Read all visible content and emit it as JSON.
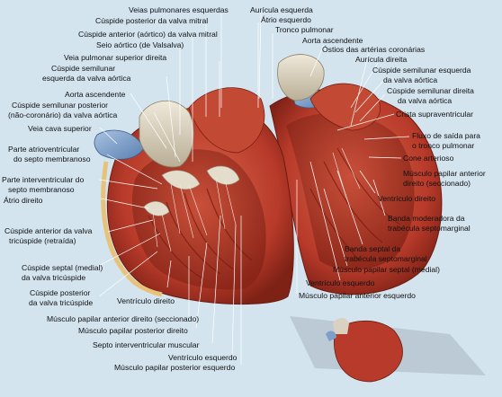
{
  "labels": {
    "veias_pulmonares_esquerdas": "Veias pulmonares esquerdas",
    "auricula_esquerda": "Aurícula esquerda",
    "cuspide_posterior_mitral": "Cúspide posterior da valva mitral",
    "atrio_esquerdo": "Átrio esquerdo",
    "tronco_pulmonar": "Tronco pulmonar",
    "cuspide_anterior_mitral": "Cúspide anterior (aórtico) da valva mitral",
    "aorta_ascendente_top": "Aorta ascendente",
    "seio_aortico": "Seio aórtico (de Valsalva)",
    "ostios_coronarias": "Óstios das artérias coronárias",
    "veia_pulmonar_superior_direita": "Veia pulmonar superior direita",
    "auricula_direita": "Aurícula direita",
    "cuspide_semilunar_esq_1": "Cúspide semilunar",
    "cuspide_semilunar_esq_2": "esquerda da valva aórtica",
    "cuspide_semilunar_esq_pulm_1": "Cúspide semilunar esquerda",
    "cuspide_semilunar_esq_pulm_2": "da valva aórtica",
    "cuspide_semilunar_dir_1": "Cúspide semilunar direita",
    "cuspide_semilunar_dir_2": "da valva aórtica",
    "aorta_ascendente_left": "Aorta ascendente",
    "cuspide_semilunar_post_1": "Cúspide semilunar posterior",
    "cuspide_semilunar_post_2": "(não-coronário) da valva aórtica",
    "crista_supraventricular": "Crista supraventricular",
    "veia_cava_superior": "Veia cava superior",
    "fluxo_saida_1": "Fluxo de saída para",
    "fluxo_saida_2": "o tronco pulmonar",
    "parte_atrioventricular_1": "Parte atrioventricular",
    "parte_atrioventricular_2": "do septo membranoso",
    "cone_arterioso": "Cone arterioso",
    "musculo_papilar_ant_dir_1": "Músculo papilar anterior",
    "musculo_papilar_ant_dir_2": "direito (seccionado)",
    "parte_interventricular_1": "Parte interventricular do",
    "parte_interventricular_2": "septo membranoso",
    "atrio_direito": "Átrio direito",
    "ventriculo_direito_right": "Ventrículo direito",
    "cuspide_anterior_tric_1": "Cúspide anterior da valva",
    "cuspide_anterior_tric_2": "tricúspide (retraída)",
    "banda_moderadora_1": "Banda moderadora da",
    "banda_moderadora_2": "trabécula septomarginal",
    "banda_septal_1": "Banda septal da",
    "banda_septal_2": "trabécula septomarginal",
    "cuspide_septal_1": "Cúspide septal (medial)",
    "cuspide_septal_2": "da valva tricúspide",
    "musculo_papilar_septal": "Músculo papilar septal (medial)",
    "ventriculo_esquerdo_right": "Ventrículo esquerdo",
    "cuspide_posterior_tric_1": "Cúspide posterior",
    "cuspide_posterior_tric_2": "da valva tricúspide",
    "ventriculo_direito_bottom": "Ventrículo direito",
    "musculo_papilar_ant_esq": "Músculo papilar anterior esquerdo",
    "musculo_papilar_ant_dir_secc": "Músculo papilar anterior direito (seccionado)",
    "musculo_papilar_post_dir": "Músculo papilar posterior direito",
    "septo_interventricular": "Septo interventricular muscular",
    "ventriculo_esquerdo_bottom": "Ventrículo esquerdo",
    "musculo_papilar_post_esq": "Músculo papilar posterior esquerdo"
  },
  "colors": {
    "background": "#d3e4ef",
    "myocardium": "#b83a2a",
    "myocardium_dark": "#8a2518",
    "myocardium_light": "#d8664a",
    "valve": "#d9d2c0",
    "vessel_blue": "#7d9fc8",
    "fat_yellow": "#e6c27a",
    "leader": "#ffffff"
  }
}
